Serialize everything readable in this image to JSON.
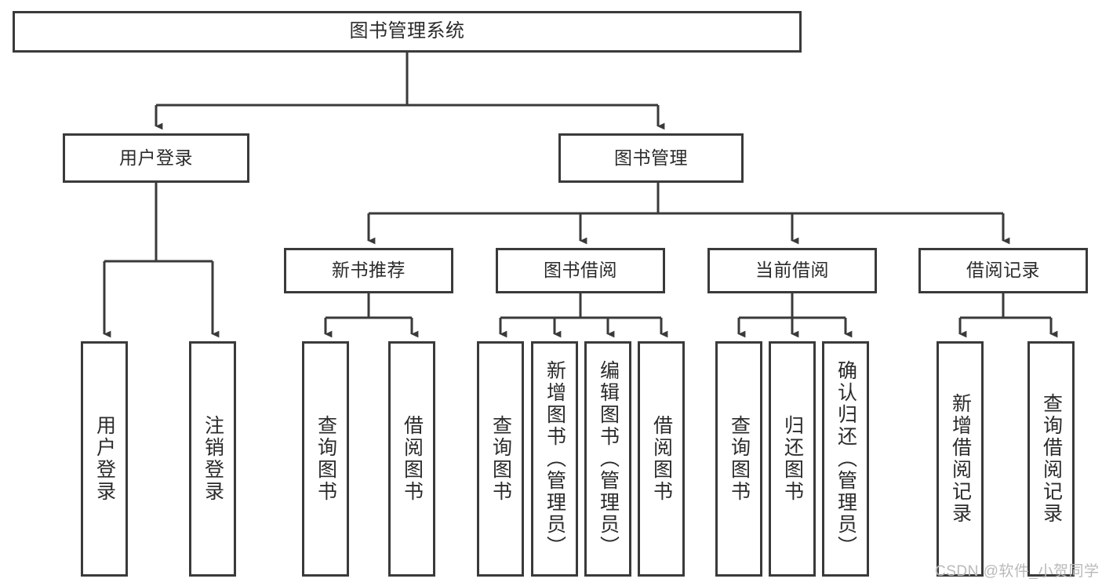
{
  "diagram": {
    "title": "图书管理系统",
    "type": "tree",
    "background_color": "#ffffff",
    "line_color": "#3a3a3a",
    "text_color": "#2b2b2b",
    "levels": {
      "root": [
        "图书管理系统"
      ],
      "level2": [
        "用户登录",
        "图书管理"
      ],
      "level3": [
        "新书推荐",
        "图书借阅",
        "当前借阅",
        "借阅记录"
      ],
      "leaves": [
        "用户登录",
        "注销登录",
        "查询图书",
        "借阅图书",
        "查询图书",
        "新增图书（管理员）",
        "编辑图书（管理员）",
        "借阅图书",
        "查询图书",
        "归还图书",
        "确认归还（管理员）",
        "新增借阅记录",
        "查询借阅记录"
      ]
    }
  },
  "nodes": {
    "root": {
      "label": "图书管理系统"
    },
    "user_login": {
      "label": "用户登录"
    },
    "book_mgmt": {
      "label": "图书管理"
    },
    "new_book_rec": {
      "label": "新书推荐"
    },
    "book_borrow": {
      "label": "图书借阅"
    },
    "current_borrow": {
      "label": "当前借阅"
    },
    "borrow_record": {
      "label": "借阅记录"
    },
    "leaf_user_login": {
      "label": "用户登录"
    },
    "leaf_logout": {
      "label": "注销登录"
    },
    "leaf_query_book_a": {
      "label": "查询图书"
    },
    "leaf_borrow_book_a": {
      "label": "借阅图书"
    },
    "leaf_query_book_b": {
      "label": "查询图书"
    },
    "leaf_add_book": {
      "label": "新增图书（管理员）"
    },
    "leaf_edit_book": {
      "label": "编辑图书（管理员）"
    },
    "leaf_borrow_book_b": {
      "label": "借阅图书"
    },
    "leaf_query_book_c": {
      "label": "查询图书"
    },
    "leaf_return_book": {
      "label": "归还图书"
    },
    "leaf_confirm_return": {
      "label": "确认归还（管理员）"
    },
    "leaf_add_record": {
      "label": "新增借阅记录"
    },
    "leaf_query_record": {
      "label": "查询借阅记录"
    }
  },
  "watermark": {
    "text": "CSDN @软件_小贺同学"
  }
}
